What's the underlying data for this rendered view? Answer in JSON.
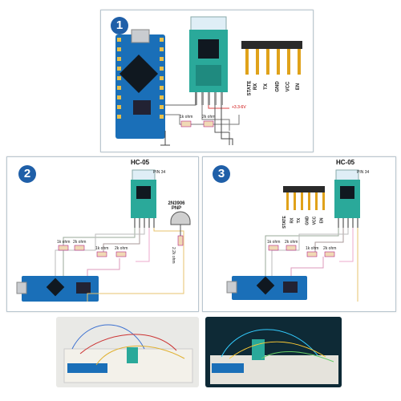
{
  "panels": [
    {
      "badge": "1",
      "resistor_1": "1k ohm",
      "resistor_2": "2k ohm",
      "voltage": "+3.3-6V",
      "pins": [
        "STATE",
        "RX",
        "TX",
        "GND",
        "VCC",
        "EN"
      ]
    },
    {
      "badge": "2",
      "module": "HC-05",
      "pin_label": "PIN 34",
      "transistor": "2N3906 PNP",
      "resistor_base": "2.2k ohm",
      "resistors": [
        "1k ohm",
        "2k ohm",
        "1k ohm",
        "2k ohm"
      ]
    },
    {
      "badge": "3",
      "module": "HC-05",
      "pin_label": "PIN 34",
      "pins": [
        "STATE",
        "RX",
        "TX",
        "GND",
        "VCC",
        "EN"
      ],
      "resistors": [
        "1k ohm",
        "2k ohm",
        "1k ohm",
        "2k ohm"
      ]
    }
  ],
  "colors": {
    "accent": "#1f5fa8",
    "board": "#1a6fb8",
    "module": "#2aa99a",
    "pin": "#e0a21a"
  }
}
